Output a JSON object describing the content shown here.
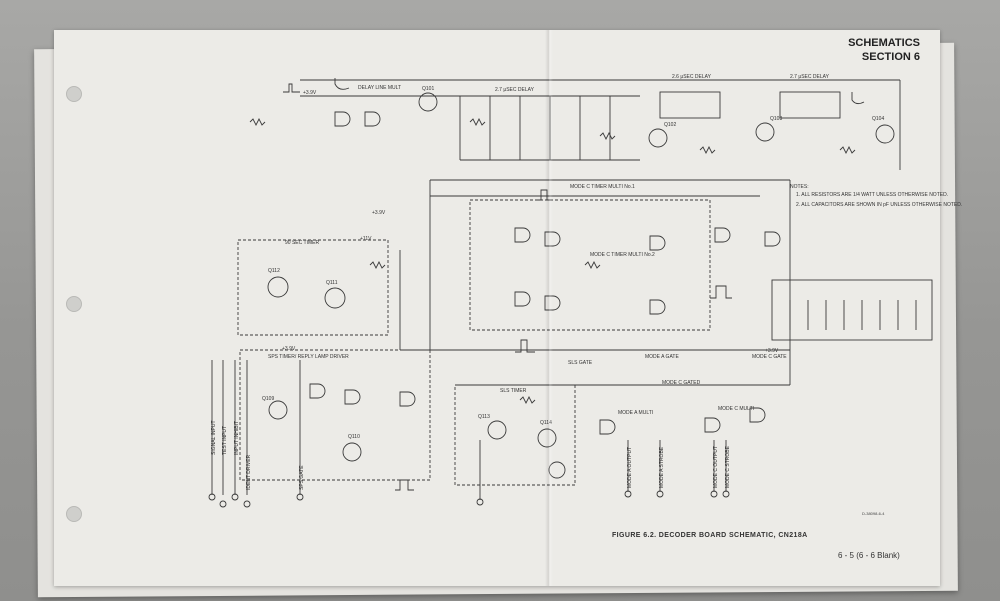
{
  "header": {
    "line1": "SCHEMATICS",
    "line2": "SECTION 6"
  },
  "figure": {
    "caption": "FIGURE 6.2.  DECODER BOARD SCHEMATIC, CN218A",
    "page_number": "6 - 5 (6 - 6 Blank)",
    "drawing_number": "D-38098-6-4"
  },
  "block_labels": {
    "delay_line_mult": "DELAY LINE MULT",
    "delay_top_left": "2.7 μSEC DELAY",
    "delay_top_right": "2.6 μSEC DELAY",
    "delay_top_far_right": "2.7 μSEC DELAY",
    "mode_c_timer_1": "MODE C TIMER MULTI No.1",
    "mode_c_timer_2": "MODE C TIMER MULTI No.2",
    "timer_90sec": "90 SEC TIMER",
    "sps_timer": "SPS TIMER/ REPLY LAMP DRIVER",
    "sls_timer": "SLS TIMER",
    "sls_gate": "SLS GATE",
    "mode_a_gate": "MODE A GATE",
    "mode_c_gate": "MODE C GATE",
    "mode_a_multi": "MODE A MULTI",
    "mode_c_multi": "MODE C MULTI",
    "mode_c_gated": "MODE C GATED"
  },
  "transistors": {
    "q101": "Q101",
    "q102": "Q102",
    "q103": "Q103",
    "q104": "Q104",
    "q109": "Q109",
    "q110": "Q110",
    "q111": "Q111",
    "q112": "Q112",
    "q113": "Q113",
    "q114": "Q114"
  },
  "left_terminals": [
    "SIGNAL INPUT",
    "TEST INPUT",
    "INPUT INHIBIT",
    "IDENT DRIVER",
    "SPS GATE"
  ],
  "bottom_terminals": [
    "MODE A OUTPUT",
    "MODE A STROBE",
    "MODE C OUTPUT",
    "MODE C STROBE"
  ],
  "notes": {
    "title": "NOTES:",
    "note1": "1. ALL RESISTORS ARE 1/4 WATT UNLESS OTHERWISE NOTED.",
    "note2": "2. ALL CAPACITORS ARE SHOWN IN pF UNLESS OTHERWISE NOTED."
  },
  "supply_labels": {
    "plus_3_9v": "+3.9V",
    "plus_11v": "+11V"
  },
  "chart_data": {
    "type": "schematic",
    "title": "DECODER BOARD SCHEMATIC, CN218A",
    "subsystems": [
      "DELAY LINE MULT",
      "2.7 μSEC DELAY",
      "2.6 μSEC DELAY",
      "MODE C TIMER MULTI No.1",
      "MODE C TIMER MULTI No.2",
      "90 SEC TIMER",
      "SPS TIMER/ REPLY LAMP DRIVER",
      "SLS TIMER",
      "MODE A MULTI",
      "MODE C MULTI"
    ]
  }
}
